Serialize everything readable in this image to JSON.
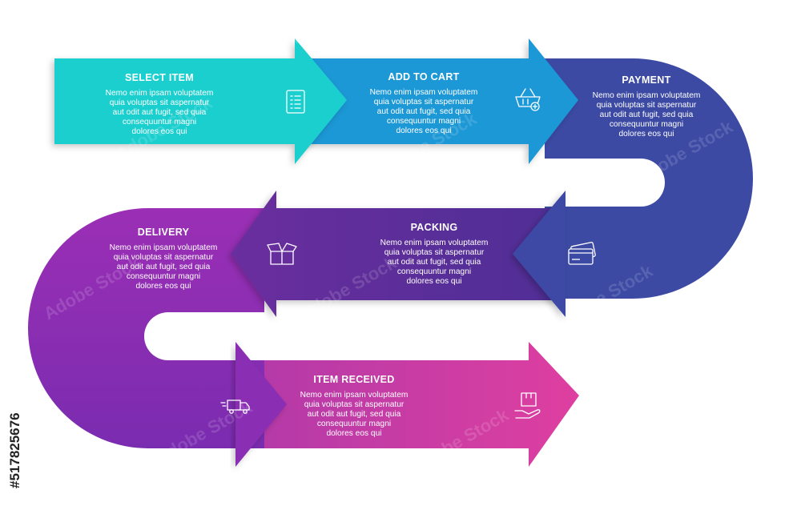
{
  "colors": {
    "select": "#1ECFCF",
    "add": "#1A9AD8",
    "payment": "#3B4AA5",
    "packing": "#5C2E97",
    "delivery": "#8B2EB8",
    "received": "#D63DA2"
  },
  "steps": [
    {
      "id": "select",
      "title": "SELECT ITEM",
      "icon": "list-document-icon",
      "body": [
        "Nemo enim ipsam voluptatem",
        "quia voluptas sit aspernatur",
        "aut odit aut fugit, sed quia",
        "consequuntur magni",
        "dolores eos qui"
      ]
    },
    {
      "id": "add",
      "title": "ADD TO CART",
      "icon": "shopping-basket-icon",
      "body": [
        "Nemo enim ipsam voluptatem",
        "quia voluptas sit aspernatur",
        "aut odit aut fugit, sed quia",
        "consequuntur magni",
        "dolores eos qui"
      ]
    },
    {
      "id": "payment",
      "title": "PAYMENT",
      "icon": "credit-card-icon",
      "body": [
        "Nemo enim ipsam voluptatem",
        "quia voluptas sit aspernatur",
        "aut odit aut fugit, sed quia",
        "consequuntur magni",
        "dolores eos qui"
      ]
    },
    {
      "id": "packing",
      "title": "PACKING",
      "icon": "open-box-icon",
      "body": [
        "Nemo enim ipsam voluptatem",
        "quia voluptas sit aspernatur",
        "aut odit aut fugit, sed quia",
        "consequuntur magni",
        "dolores eos qui"
      ]
    },
    {
      "id": "delivery",
      "title": "DELIVERY",
      "icon": "delivery-truck-icon",
      "body": [
        "Nemo enim ipsam voluptatem",
        "quia voluptas sit aspernatur",
        "aut odit aut fugit, sed quia",
        "consequuntur magni",
        "dolores eos qui"
      ]
    },
    {
      "id": "received",
      "title": "ITEM RECEIVED",
      "icon": "package-in-hand-icon",
      "body": [
        "Nemo enim ipsam voluptatem",
        "quia voluptas sit aspernatur",
        "aut odit aut fugit, sed quia",
        "consequuntur magni",
        "dolores eos qui"
      ]
    }
  ],
  "watermark": "Adobe Stock",
  "stock_id": "#517825676"
}
